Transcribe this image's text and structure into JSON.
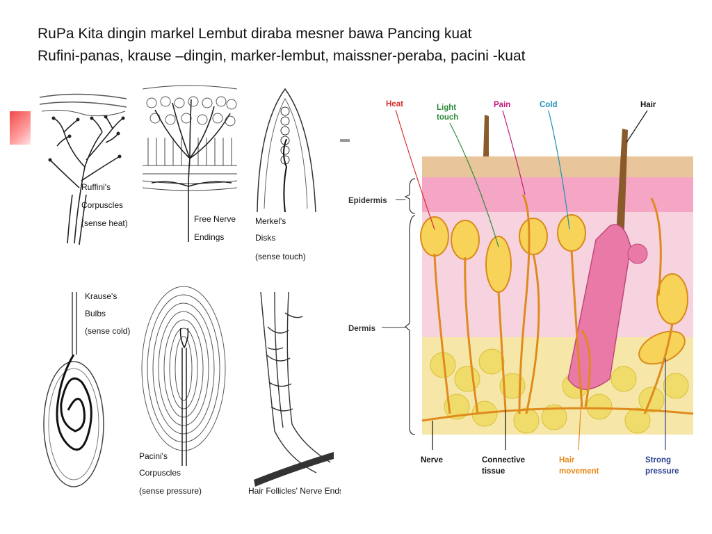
{
  "slide": {
    "title_line_1": "RuPa Kita dingin markel Lembut diraba mesner bawa Pancing kuat",
    "title_line_2": "Rufini-panas, krause –dingin, marker-lembut, maissner-peraba, pacini -kuat"
  },
  "receptors": {
    "ruffini": [
      "Ruffini's",
      "Corpuscles",
      "(sense heat)"
    ],
    "free_nerve": [
      "Free Nerve",
      "Endings"
    ],
    "merkel": [
      "Merkel's",
      "Disks",
      "(sense touch)"
    ],
    "krause": [
      "Krause's",
      "Bulbs",
      "(sense cold)"
    ],
    "pacini": [
      "Pacini's",
      "Corpuscles",
      "(sense pressure)"
    ],
    "hair_follicle": [
      "Hair Follicles' Nerve Ends"
    ]
  },
  "skin": {
    "heat": "Heat",
    "light_touch": [
      "Light",
      "touch"
    ],
    "pain": "Pain",
    "cold": "Cold",
    "hair": "Hair",
    "epidermis": "Epidermis",
    "dermis": "Dermis",
    "nerve": "Nerve",
    "connective_tissue": [
      "Connective",
      "tissue"
    ],
    "hair_movement": [
      "Hair",
      "movement"
    ],
    "strong_pressure": [
      "Strong",
      "pressure"
    ]
  },
  "colors": {
    "heat": "#d32f2f",
    "light_touch": "#2e8b3a",
    "pain": "#c2187a",
    "cold": "#1a8fb8",
    "hair_movement": "#e8891a",
    "strong_pressure": "#2a3f8f"
  }
}
